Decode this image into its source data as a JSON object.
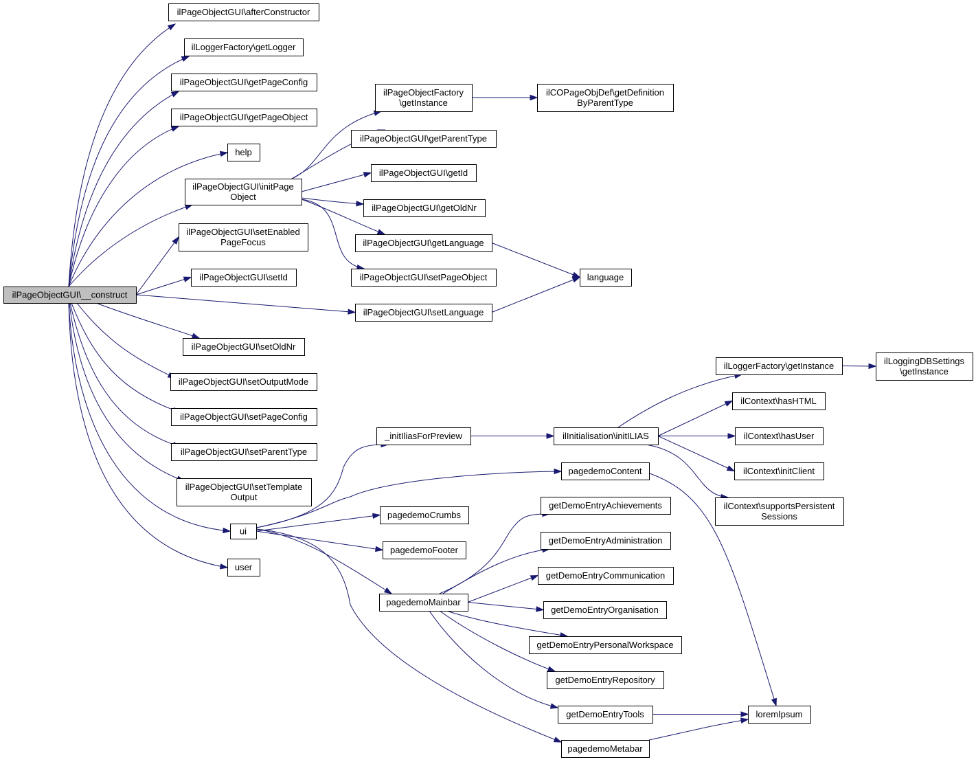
{
  "diagram": {
    "nodes": [
      {
        "id": "construct",
        "lines": [
          "ilPageObjectGUI\\__construct"
        ],
        "root": true
      },
      {
        "id": "afterConstructor",
        "lines": [
          "ilPageObjectGUI\\afterConstructor"
        ]
      },
      {
        "id": "getLogger",
        "lines": [
          "ilLoggerFactory\\getLogger"
        ]
      },
      {
        "id": "getPageConfig",
        "lines": [
          "ilPageObjectGUI\\getPageConfig"
        ]
      },
      {
        "id": "getPageObject",
        "lines": [
          "ilPageObjectGUI\\getPageObject"
        ]
      },
      {
        "id": "help",
        "lines": [
          "help"
        ]
      },
      {
        "id": "initPageObject",
        "lines": [
          "ilPageObjectGUI\\initPage",
          "Object"
        ]
      },
      {
        "id": "setEnabledPageFocus",
        "lines": [
          "ilPageObjectGUI\\setEnabled",
          "PageFocus"
        ]
      },
      {
        "id": "setId",
        "lines": [
          "ilPageObjectGUI\\setId"
        ]
      },
      {
        "id": "setOldNr",
        "lines": [
          "ilPageObjectGUI\\setOldNr"
        ]
      },
      {
        "id": "setOutputMode",
        "lines": [
          "ilPageObjectGUI\\setOutputMode"
        ]
      },
      {
        "id": "setPageConfig",
        "lines": [
          "ilPageObjectGUI\\setPageConfig"
        ]
      },
      {
        "id": "setParentType",
        "lines": [
          "ilPageObjectGUI\\setParentType"
        ]
      },
      {
        "id": "setTemplateOutput",
        "lines": [
          "ilPageObjectGUI\\setTemplate",
          "Output"
        ]
      },
      {
        "id": "ui",
        "lines": [
          "ui"
        ]
      },
      {
        "id": "user",
        "lines": [
          "user"
        ]
      },
      {
        "id": "factoryGetInstance",
        "lines": [
          "ilPageObjectFactory",
          "\\getInstance"
        ]
      },
      {
        "id": "getDefinition",
        "lines": [
          "ilCOPageObjDef\\getDefinition",
          "ByParentType"
        ]
      },
      {
        "id": "getParentType",
        "lines": [
          "ilPageObjectGUI\\getParentType"
        ]
      },
      {
        "id": "getId",
        "lines": [
          "ilPageObjectGUI\\getId"
        ]
      },
      {
        "id": "getOldNr",
        "lines": [
          "ilPageObjectGUI\\getOldNr"
        ]
      },
      {
        "id": "getLanguage",
        "lines": [
          "ilPageObjectGUI\\getLanguage"
        ]
      },
      {
        "id": "setPageObject",
        "lines": [
          "ilPageObjectGUI\\setPageObject"
        ]
      },
      {
        "id": "setLanguage",
        "lines": [
          "ilPageObjectGUI\\setLanguage"
        ]
      },
      {
        "id": "language",
        "lines": [
          "language"
        ]
      },
      {
        "id": "initIlias",
        "lines": [
          "_initIliasForPreview"
        ]
      },
      {
        "id": "initILIAS",
        "lines": [
          "ilInitialisation\\initILIAS"
        ]
      },
      {
        "id": "loggerGetInstance",
        "lines": [
          "ilLoggerFactory\\getInstance"
        ]
      },
      {
        "id": "loggingDB",
        "lines": [
          "ilLoggingDBSettings",
          "\\getInstance"
        ]
      },
      {
        "id": "hasHTML",
        "lines": [
          "ilContext\\hasHTML"
        ]
      },
      {
        "id": "hasUser",
        "lines": [
          "ilContext\\hasUser"
        ]
      },
      {
        "id": "initClient",
        "lines": [
          "ilContext\\initClient"
        ]
      },
      {
        "id": "supportsPersistent",
        "lines": [
          "ilContext\\supportsPersistent",
          "Sessions"
        ]
      },
      {
        "id": "pagedemoContent",
        "lines": [
          "pagedemoContent"
        ]
      },
      {
        "id": "pagedemoCrumbs",
        "lines": [
          "pagedemoCrumbs"
        ]
      },
      {
        "id": "pagedemoFooter",
        "lines": [
          "pagedemoFooter"
        ]
      },
      {
        "id": "pagedemoMainbar",
        "lines": [
          "pagedemoMainbar"
        ]
      },
      {
        "id": "pagedemoMetabar",
        "lines": [
          "pagedemoMetabar"
        ]
      },
      {
        "id": "achievements",
        "lines": [
          "getDemoEntryAchievements"
        ]
      },
      {
        "id": "administration",
        "lines": [
          "getDemoEntryAdministration"
        ]
      },
      {
        "id": "communication",
        "lines": [
          "getDemoEntryCommunication"
        ]
      },
      {
        "id": "organisation",
        "lines": [
          "getDemoEntryOrganisation"
        ]
      },
      {
        "id": "personalWorkspace",
        "lines": [
          "getDemoEntryPersonalWorkspace"
        ]
      },
      {
        "id": "repository",
        "lines": [
          "getDemoEntryRepository"
        ]
      },
      {
        "id": "tools",
        "lines": [
          "getDemoEntryTools"
        ]
      },
      {
        "id": "loremIpsum",
        "lines": [
          "loremIpsum"
        ]
      }
    ],
    "edges": [
      [
        "construct",
        "afterConstructor"
      ],
      [
        "construct",
        "getLogger"
      ],
      [
        "construct",
        "getPageConfig"
      ],
      [
        "construct",
        "getPageObject"
      ],
      [
        "construct",
        "help"
      ],
      [
        "construct",
        "initPageObject"
      ],
      [
        "construct",
        "setEnabledPageFocus"
      ],
      [
        "construct",
        "setId"
      ],
      [
        "construct",
        "setLanguage"
      ],
      [
        "construct",
        "setOldNr"
      ],
      [
        "construct",
        "setOutputMode"
      ],
      [
        "construct",
        "setPageConfig"
      ],
      [
        "construct",
        "setParentType"
      ],
      [
        "construct",
        "setTemplateOutput"
      ],
      [
        "construct",
        "ui"
      ],
      [
        "construct",
        "user"
      ],
      [
        "initPageObject",
        "factoryGetInstance"
      ],
      [
        "initPageObject",
        "getParentType"
      ],
      [
        "initPageObject",
        "getId"
      ],
      [
        "initPageObject",
        "getOldNr"
      ],
      [
        "initPageObject",
        "getLanguage"
      ],
      [
        "initPageObject",
        "setPageObject"
      ],
      [
        "factoryGetInstance",
        "getDefinition"
      ],
      [
        "getLanguage",
        "language"
      ],
      [
        "setLanguage",
        "language"
      ],
      [
        "ui",
        "initIlias"
      ],
      [
        "ui",
        "pagedemoContent"
      ],
      [
        "ui",
        "pagedemoCrumbs"
      ],
      [
        "ui",
        "pagedemoFooter"
      ],
      [
        "ui",
        "pagedemoMainbar"
      ],
      [
        "ui",
        "pagedemoMetabar"
      ],
      [
        "initIlias",
        "initILIAS"
      ],
      [
        "initILIAS",
        "loggerGetInstance"
      ],
      [
        "initILIAS",
        "hasHTML"
      ],
      [
        "initILIAS",
        "hasUser"
      ],
      [
        "initILIAS",
        "initClient"
      ],
      [
        "initILIAS",
        "supportsPersistent"
      ],
      [
        "loggerGetInstance",
        "loggingDB"
      ],
      [
        "pagedemoContent",
        "loremIpsum"
      ],
      [
        "pagedemoMainbar",
        "achievements"
      ],
      [
        "pagedemoMainbar",
        "administration"
      ],
      [
        "pagedemoMainbar",
        "communication"
      ],
      [
        "pagedemoMainbar",
        "organisation"
      ],
      [
        "pagedemoMainbar",
        "personalWorkspace"
      ],
      [
        "pagedemoMainbar",
        "repository"
      ],
      [
        "pagedemoMainbar",
        "tools"
      ],
      [
        "tools",
        "loremIpsum"
      ],
      [
        "pagedemoMetabar",
        "loremIpsum"
      ]
    ]
  }
}
